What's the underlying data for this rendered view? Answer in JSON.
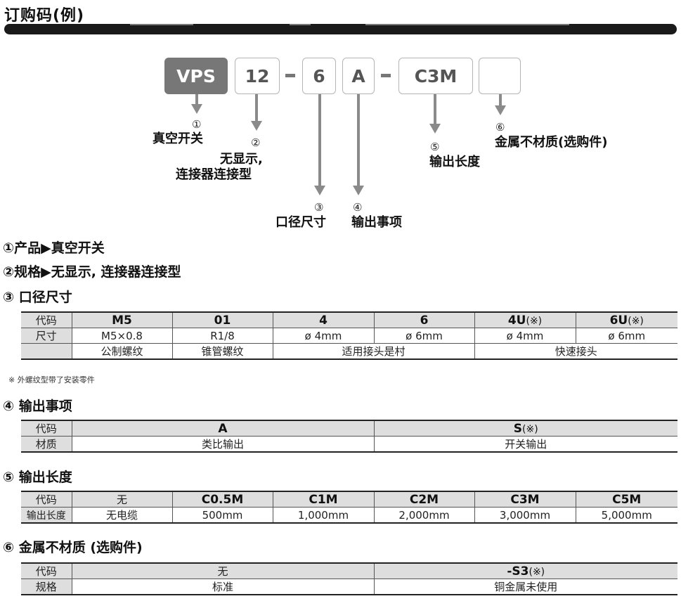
{
  "title": "订购码(例)",
  "code_boxes": {
    "product": "VPS",
    "display": "12",
    "port": "6",
    "output": "A",
    "length": "C3M",
    "material": ""
  },
  "separator": "-",
  "diagram": {
    "n1": "①",
    "l1": "真空开关",
    "n2": "②",
    "l2a": "无显示,",
    "l2b": "连接器连接型",
    "n3": "③",
    "l3": "口径尺寸",
    "n4": "④",
    "l4": "输出事项",
    "n5": "⑤",
    "l5": "输出长度",
    "n6": "⑥",
    "l6": "金属不材质(选购件)"
  },
  "item1": "①产品▶真空开关",
  "item2": "②规格▶无显示, 连接器连接型",
  "sec3": {
    "heading": "③ 口径尺寸",
    "code_label": "代码",
    "size_label": "尺寸",
    "codes": [
      "M5",
      "01",
      "4",
      "6",
      "4U",
      "6U"
    ],
    "code_mark": "(※)",
    "sizes": [
      "M5×0.8",
      "R1/8",
      "ø 4mm",
      "ø 6mm",
      "ø 4mm",
      "ø 6mm"
    ],
    "types": [
      "公制螺纹",
      "锥管螺纹",
      "适用接头是村",
      "快速接头"
    ],
    "note": "※ 外螺纹型带了安装零件"
  },
  "sec4": {
    "heading": "④ 输出事项",
    "code_label": "代码",
    "material_label": "材质",
    "codes": [
      "A",
      "S"
    ],
    "code_mark": "(※)",
    "values": [
      "类比输出",
      "开关输出"
    ]
  },
  "sec5": {
    "heading": "⑤ 输出长度",
    "code_label": "代码",
    "length_label": "输出长度",
    "codes": [
      "无",
      "C0.5M",
      "C1M",
      "C2M",
      "C3M",
      "C5M"
    ],
    "values": [
      "无电缆",
      "500mm",
      "1,000mm",
      "2,000mm",
      "3,000mm",
      "5,000mm"
    ]
  },
  "sec6": {
    "heading": "⑥ 金属不材质 (选购件)",
    "code_label": "代码",
    "spec_label": "规格",
    "codes": [
      "无",
      "-S3"
    ],
    "code_mark": "(※)",
    "values": [
      "标准",
      "铜金属未使用"
    ]
  }
}
